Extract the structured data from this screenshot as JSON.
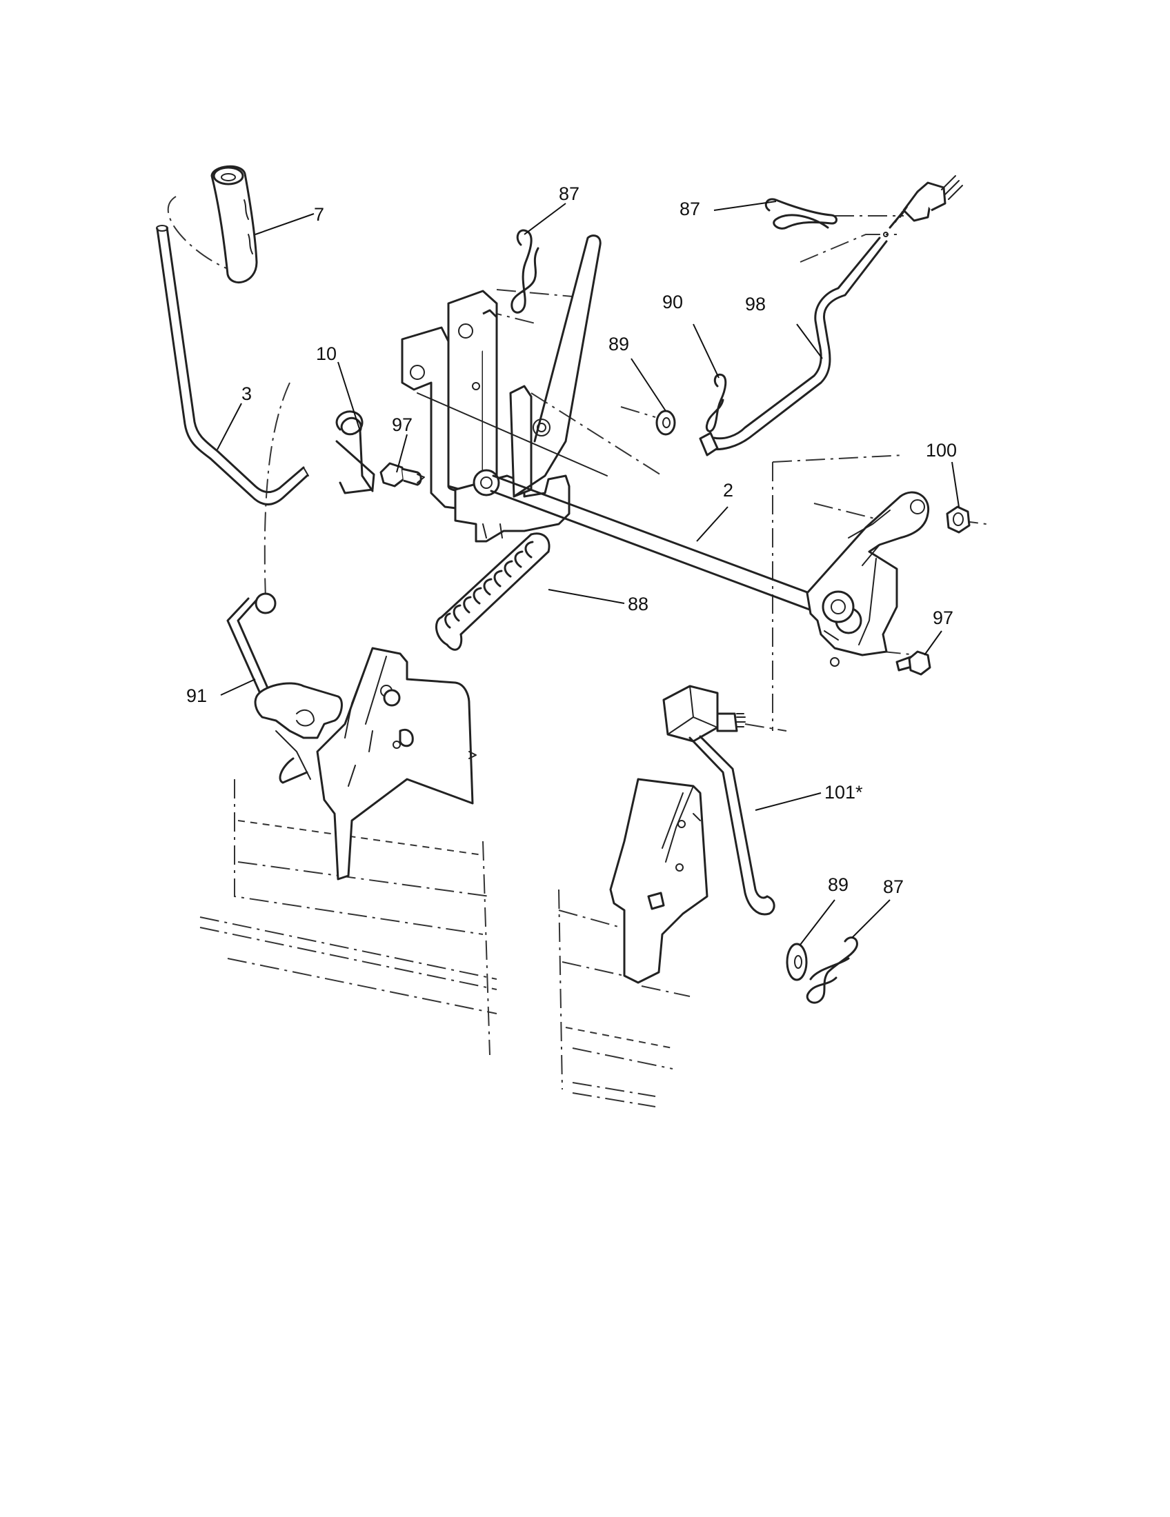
{
  "callouts": {
    "grip": "7",
    "lift_handle": "3",
    "torsion_spring": "10",
    "bolt_upper": "97",
    "hairpin_bracket": "87",
    "hairpin_upper_right": "87",
    "hairpin_small": "90",
    "washer_upper": "89",
    "adjust_rod": "98",
    "nut": "100",
    "lift_shaft": "2",
    "extension_spring": "88",
    "bolt_lower": "97",
    "left_link": "91",
    "right_link": "101*",
    "washer_lower": "89",
    "hairpin_lower": "87"
  },
  "colors": {
    "ink": "#222222",
    "paper": "#ffffff"
  }
}
